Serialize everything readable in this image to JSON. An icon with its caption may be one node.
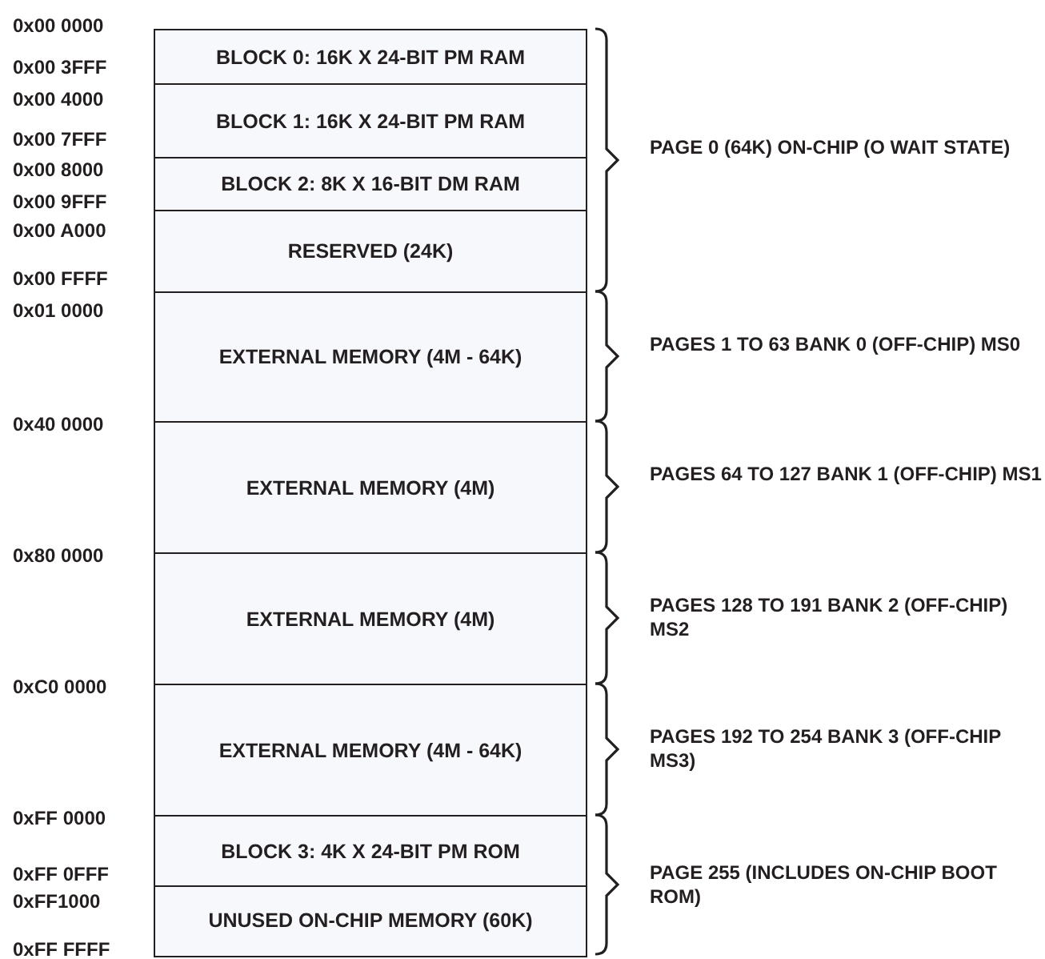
{
  "diagram": {
    "nodes": [
      {
        "text": [
          "BLOCK 0: 16K X 24-BIT PM RAM"
        ]
      },
      {
        "text": [
          "BLOCK 1: 16K X 24-BIT PM RAM"
        ]
      },
      {
        "text": [
          "BLOCK 2: 8K X 16-BIT DM RAM"
        ]
      },
      {
        "text": [
          "RESERVED (24K)"
        ]
      },
      {
        "text": [
          "EXTERNAL MEMORY (4M - 64K)"
        ]
      },
      {
        "text": [
          "EXTERNAL MEMORY (4M)"
        ]
      },
      {
        "text": [
          "EXTERNAL MEMORY (4M)"
        ]
      },
      {
        "text": [
          "EXTERNAL MEMORY (4M - 64K)"
        ]
      },
      {
        "text": [
          "BLOCK 3: 4K X 24-BIT PM ROM"
        ]
      },
      {
        "text": [
          "UNUSED ON-CHIP MEMORY (60K)"
        ]
      }
    ],
    "labels": [
      "0x00 0000",
      "0x00 3FFF",
      "0x00 4000",
      "0x00 7FFF",
      "0x00 8000",
      "0x00 9FFF",
      "0x00 A000",
      "0x00 FFFF",
      "0x01 0000",
      "0x40 0000",
      "0x80 0000",
      "0xC0 0000",
      "0xFF 0000",
      "0xFF 0FFF",
      "0xFF1000",
      "0xFF FFFF",
      "PAGE 0 (64K) ON-CHIP (O WAIT STATE)",
      "PAGES 1 TO 63 BANK 0 (OFF-CHIP) MS0",
      "PAGES 64 TO 127 BANK 1 (OFF-CHIP) MS1",
      "PAGES 128 TO 191 BANK 2 (OFF-CHIP) MS2",
      "PAGES 192 TO 254 BANK 3 (OFF-CHIP MS3)",
      "PAGE 255 (INCLUDES ON-CHIP BOOT ROM)"
    ]
  }
}
